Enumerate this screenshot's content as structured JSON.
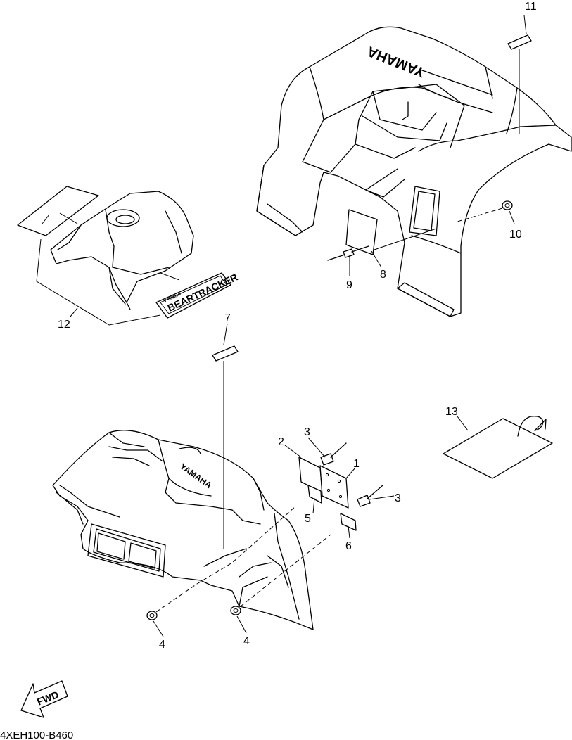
{
  "diagram": {
    "callouts": {
      "c1": "1",
      "c2": "2",
      "c3a": "3",
      "c3b": "3",
      "c4a": "4",
      "c4b": "4",
      "c5": "5",
      "c6": "6",
      "c7": "7",
      "c8": "8",
      "c9": "9",
      "c10": "10",
      "c11": "11",
      "c12": "12",
      "c13": "13"
    },
    "brand_rear": "YAMAHA",
    "brand_front": "YAMAHA",
    "decal_text": "BEARTRACKER",
    "decal_small": "YAMAHA",
    "fwd_label": "FWD",
    "drawing_code": "4XEH100-B460",
    "icons": [
      "fwd-arrow-icon"
    ]
  }
}
